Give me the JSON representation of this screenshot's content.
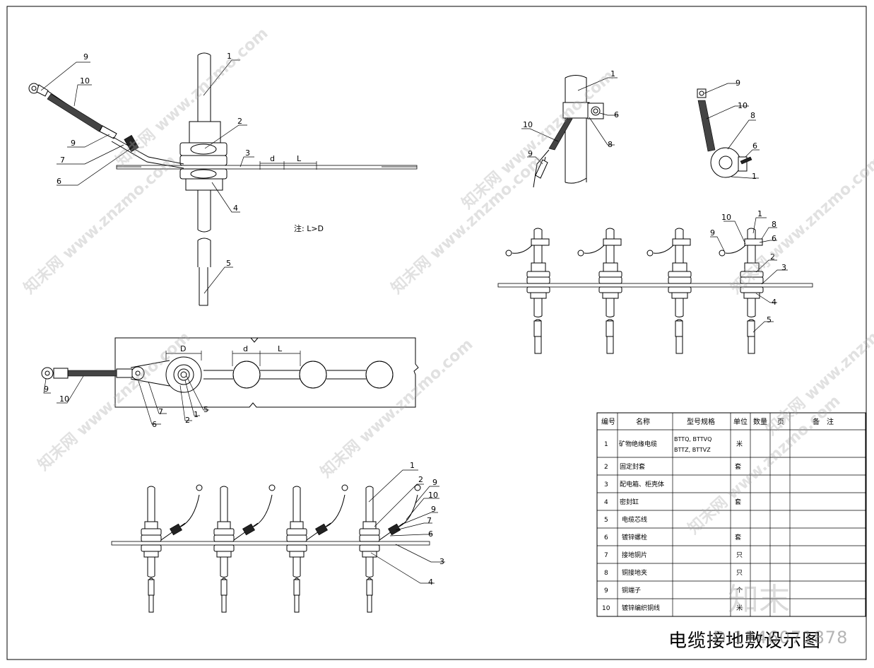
{
  "title": "电缆接地敷设示图",
  "id_text": "ID:1146071878",
  "watermark_brand": "知末",
  "watermark_text": "知末网 www.znzmo.com",
  "note": "注: L>D",
  "dims": {
    "d": "d",
    "L": "L",
    "D": "D"
  },
  "callouts": {
    "n1": "1",
    "n2": "2",
    "n3": "3",
    "n4": "4",
    "n5": "5",
    "n6": "6",
    "n7": "7",
    "n8": "8",
    "n9": "9",
    "n10": "10"
  },
  "table": {
    "headers": [
      "编号",
      "名称",
      "型号规格",
      "单位",
      "数量",
      "页",
      "备　注"
    ],
    "rows": [
      {
        "no": "1",
        "name": "矿物绝缘电缆",
        "spec1": "BTTQ, BTTVQ",
        "spec2": "BTTZ, BTTVZ",
        "unit": "米"
      },
      {
        "no": "2",
        "name": "固定封套",
        "spec1": "",
        "spec2": "",
        "unit": "套"
      },
      {
        "no": "3",
        "name": "配电箱、柜壳体",
        "spec1": "",
        "spec2": "",
        "unit": ""
      },
      {
        "no": "4",
        "name": "密封缸",
        "spec1": "",
        "spec2": "",
        "unit": "套"
      },
      {
        "no": "5",
        "name": "电缆芯线",
        "spec1": "",
        "spec2": "",
        "unit": ""
      },
      {
        "no": "6",
        "name": "镀锌螺栓",
        "spec1": "",
        "spec2": "",
        "unit": "套"
      },
      {
        "no": "7",
        "name": "接地铜片",
        "spec1": "",
        "spec2": "",
        "unit": "只"
      },
      {
        "no": "8",
        "name": "铜接地夹",
        "spec1": "",
        "spec2": "",
        "unit": "只"
      },
      {
        "no": "9",
        "name": "铜端子",
        "spec1": "",
        "spec2": "",
        "unit": "个"
      },
      {
        "no": "10",
        "name": "镀锌编织铜线",
        "spec1": "",
        "spec2": "",
        "unit": "米"
      }
    ]
  }
}
